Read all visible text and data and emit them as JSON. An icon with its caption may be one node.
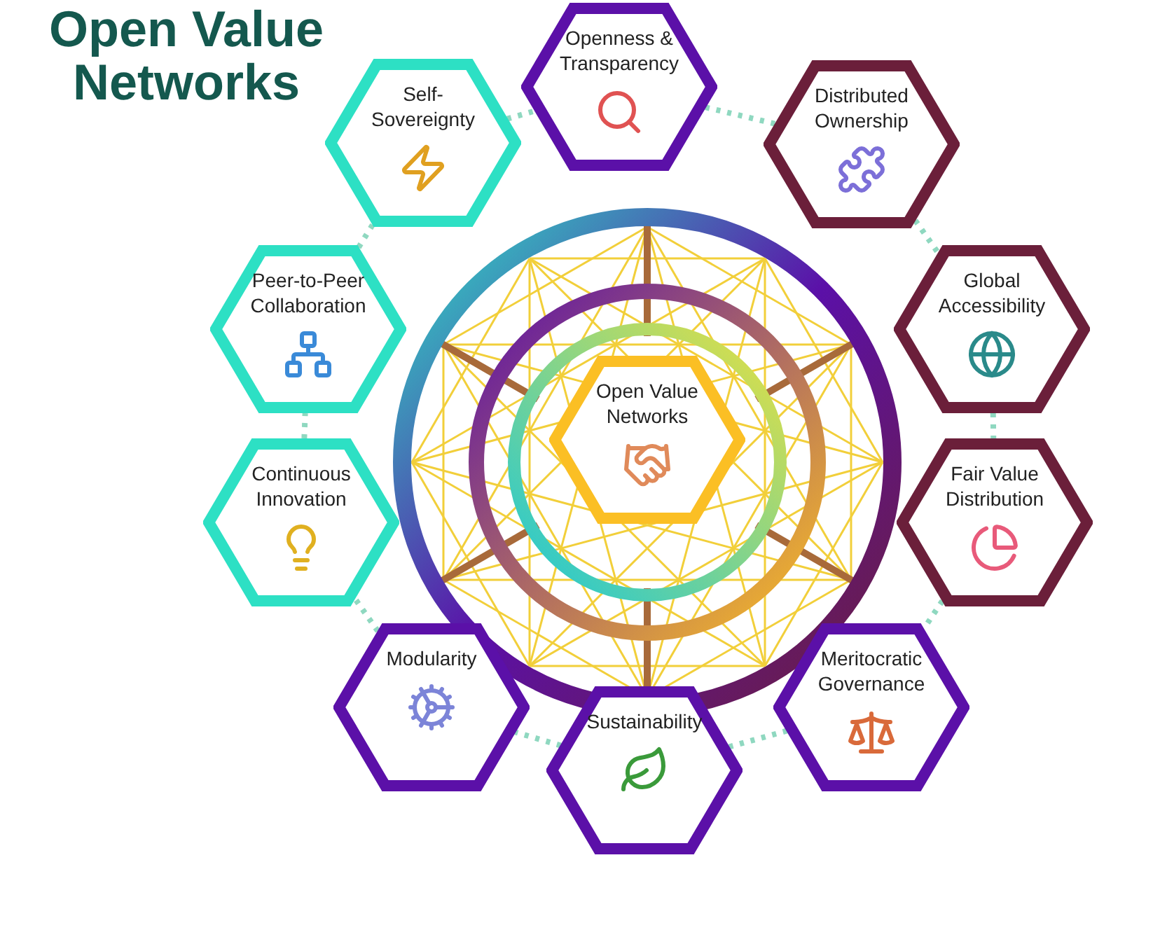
{
  "diagram": {
    "title": "Open Value Networks",
    "nodes": [
      {
        "text": [
          "Open Value Networks"
        ]
      },
      {
        "text": [
          "Openness & Transparency"
        ]
      },
      {
        "text": [
          "Distributed Ownership"
        ]
      },
      {
        "text": [
          "Global Accessibility"
        ]
      },
      {
        "text": [
          "Fair Value Distribution"
        ]
      },
      {
        "text": [
          "Meritocratic Governance"
        ]
      },
      {
        "text": [
          "Sustainability"
        ]
      },
      {
        "text": [
          "Modularity"
        ]
      },
      {
        "text": [
          "Continuous Innovation"
        ]
      },
      {
        "text": [
          "Peer-to-Peer Collaboration"
        ]
      },
      {
        "text": [
          "Self-Sovereignty"
        ]
      }
    ],
    "edges": [
      {
        "from": 1,
        "to": 2,
        "arrow": "none",
        "style": "dashed"
      },
      {
        "from": 2,
        "to": 3,
        "arrow": "none",
        "style": "dashed"
      },
      {
        "from": 3,
        "to": 4,
        "arrow": "none",
        "style": "dashed"
      },
      {
        "from": 4,
        "to": 5,
        "arrow": "none",
        "style": "dashed"
      },
      {
        "from": 5,
        "to": 6,
        "arrow": "none",
        "style": "dashed"
      },
      {
        "from": 6,
        "to": 7,
        "arrow": "none",
        "style": "dashed"
      },
      {
        "from": 7,
        "to": 8,
        "arrow": "none",
        "style": "dashed"
      },
      {
        "from": 8,
        "to": 9,
        "arrow": "none",
        "style": "dashed"
      },
      {
        "from": 9,
        "to": 10,
        "arrow": "none",
        "style": "dashed"
      },
      {
        "from": 10,
        "to": 1,
        "arrow": "none",
        "style": "dashed"
      }
    ]
  }
}
